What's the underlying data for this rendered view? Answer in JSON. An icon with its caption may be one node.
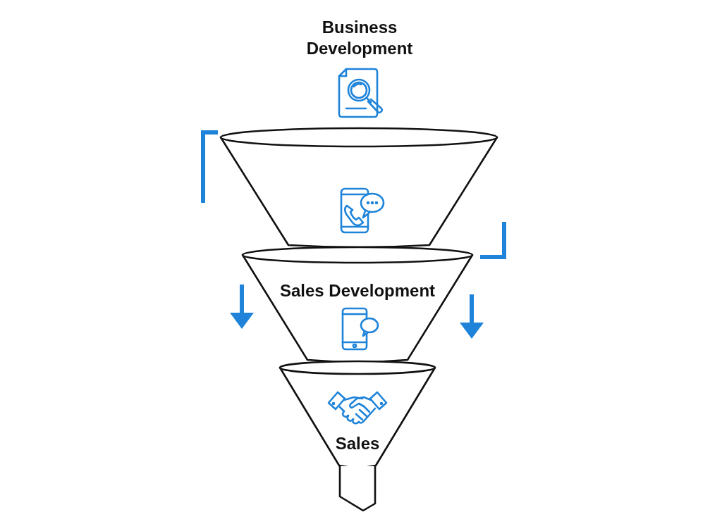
{
  "diagram": {
    "nodes": [
      {
        "text": [
          "Business Development"
        ]
      },
      {
        "text": [
          "Sales Development"
        ]
      },
      {
        "text": [
          "Sales"
        ]
      }
    ]
  }
}
